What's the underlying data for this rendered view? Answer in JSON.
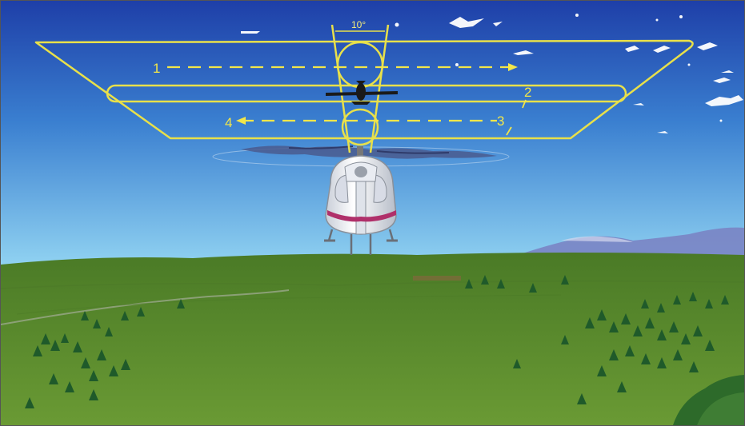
{
  "angle_label": "10°",
  "path_labels": [
    "1",
    "2",
    "3",
    "4"
  ],
  "colors": {
    "sky_top": "#1e3fa8",
    "sky_bottom": "#8ed2f0",
    "ground": "#5e8c2c",
    "guide_line": "#e8e04a"
  }
}
